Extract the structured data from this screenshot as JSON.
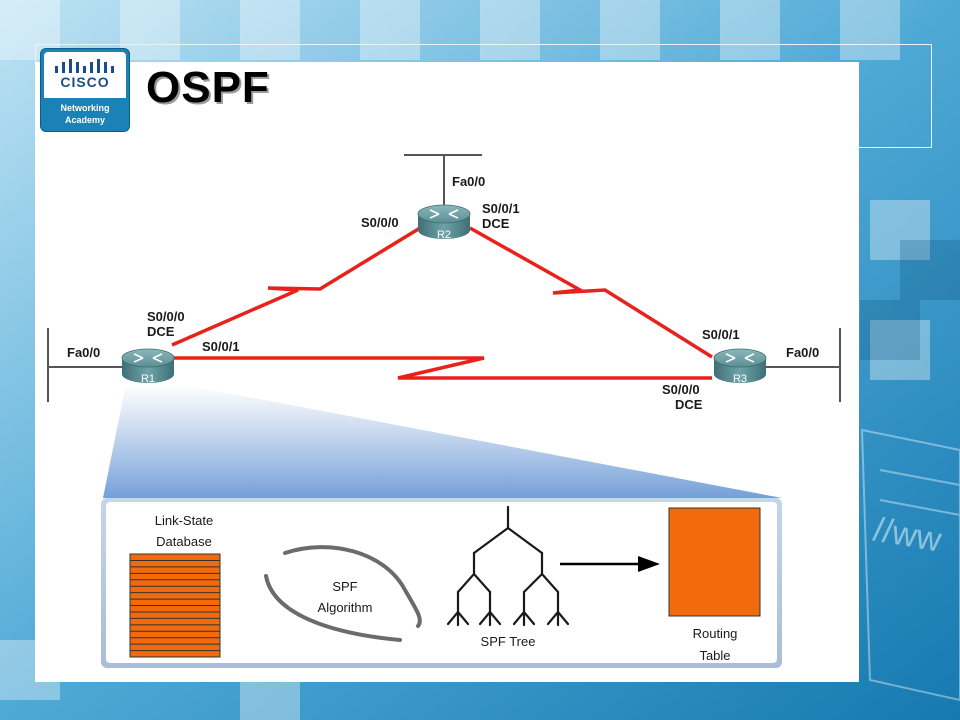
{
  "slide": {
    "title": "OSPF",
    "logo": {
      "brand": "CISCO",
      "line1": "Networking",
      "line2": "Academy"
    }
  },
  "colors": {
    "link": "#e8221b",
    "router_body": "#5a8f94",
    "process_fill": "#f26a0c",
    "panel_gradient_top": "#ffffff",
    "panel_gradient_bottom": "#6d9ad6"
  },
  "routers": [
    {
      "name": "R2",
      "interfaces": [
        {
          "label": "Fa0/0"
        },
        {
          "label": "S0/0/0"
        },
        {
          "label": "S0/0/1",
          "tag": "DCE"
        }
      ]
    },
    {
      "name": "R1",
      "interfaces": [
        {
          "label": "Fa0/0"
        },
        {
          "label": "S0/0/0",
          "tag": "DCE"
        },
        {
          "label": "S0/0/1"
        }
      ]
    },
    {
      "name": "R3",
      "interfaces": [
        {
          "label": "Fa0/0"
        },
        {
          "label": "S0/0/1"
        },
        {
          "label": "S0/0/0",
          "tag": "DCE"
        }
      ]
    }
  ],
  "links": [
    {
      "from": "R1",
      "to": "R2",
      "type": "serial"
    },
    {
      "from": "R2",
      "to": "R3",
      "type": "serial"
    },
    {
      "from": "R1",
      "to": "R3",
      "type": "serial"
    }
  ],
  "process": {
    "lsdb_label_1": "Link-State",
    "lsdb_label_2": "Database",
    "spf_label_1": "SPF",
    "spf_label_2": "Algorithm",
    "tree_label": "SPF Tree",
    "routing_label_1": "Routing",
    "routing_label_2": "Table"
  }
}
